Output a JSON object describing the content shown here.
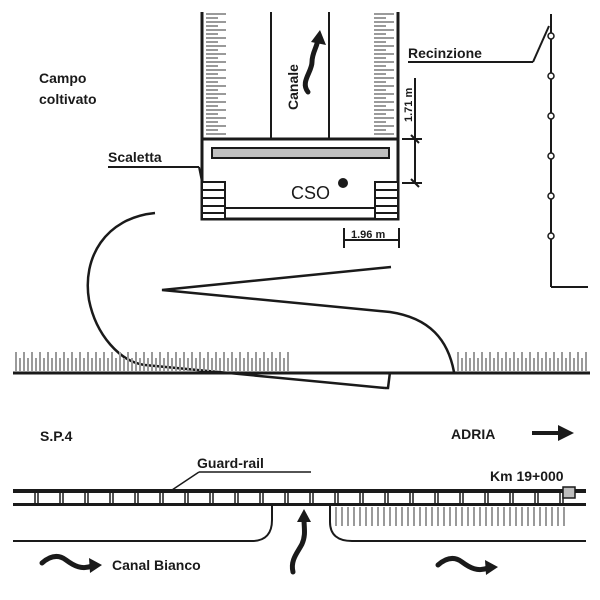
{
  "title": "Planimetria CSO - Canal Bianco / S.P.4",
  "labels": {
    "field": [
      "Campo",
      "coltivato"
    ],
    "ladder": "Scaletta",
    "canal": "Canale",
    "cso": "CSO",
    "fence": "Recinzione",
    "height_dim": "1.71 m",
    "width_dim": "1.96 m",
    "road": "S.P.4",
    "direction": "ADRIA",
    "guardrail": "Guard-rail",
    "km_marker": "Km 19+000",
    "river": "Canal Bianco"
  },
  "colors": {
    "line": "#1a1a1a",
    "hatch": "#9a9a9a",
    "slab_fill": "#c0c0c0",
    "marker_fill": "#bdbdbd"
  },
  "icons": {
    "flow_arrow": "wavy-arrow-icon",
    "direction_arrow": "right-arrow-icon",
    "fence_post": "circle-post-icon",
    "km_marker": "square-marker-icon"
  }
}
